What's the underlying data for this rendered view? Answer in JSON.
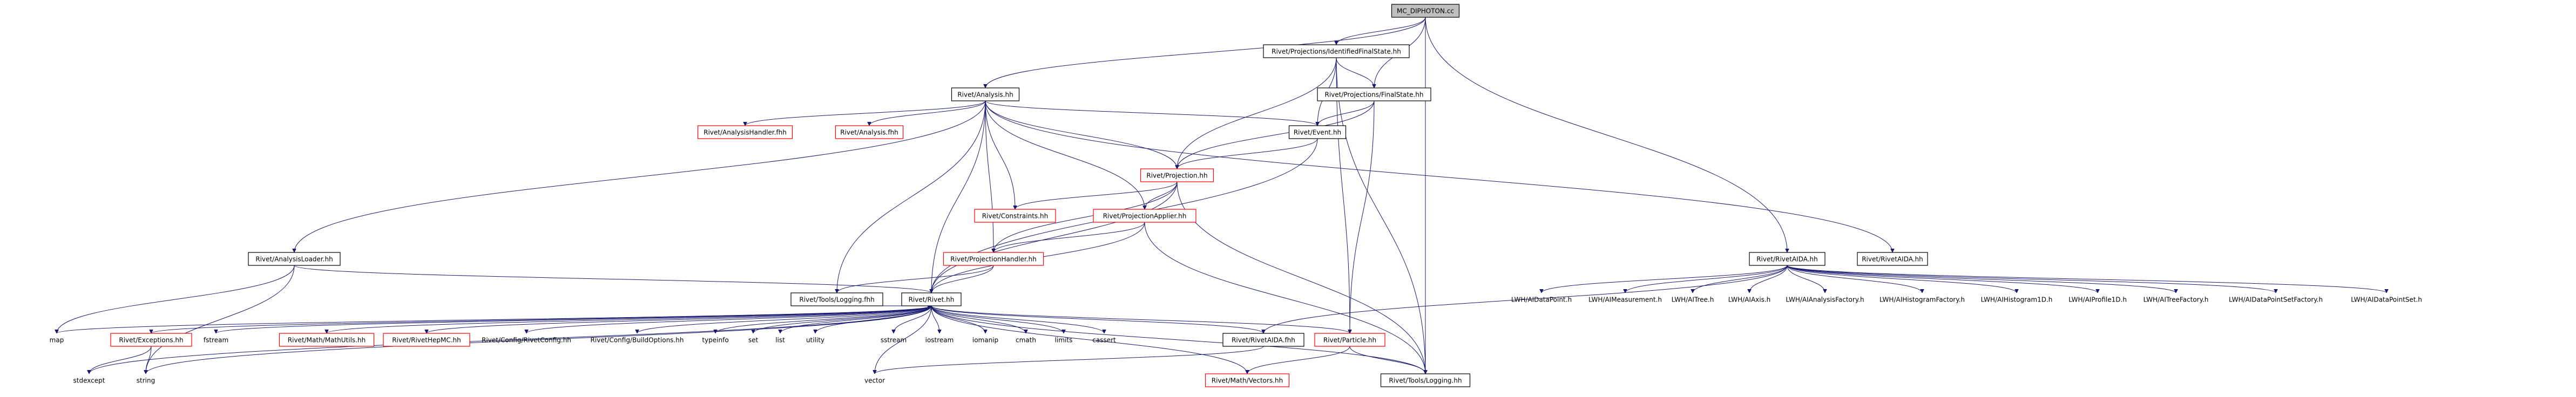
{
  "nodes": [
    {
      "id": "mc",
      "label": "MC_DIPHOTON.cc",
      "style": "root"
    },
    {
      "id": "idfs",
      "label": "Rivet/Projections/IdentifiedFinalState.hh",
      "style": "black"
    },
    {
      "id": "analysis",
      "label": "Rivet/Analysis.hh",
      "style": "black"
    },
    {
      "id": "finalstate",
      "label": "Rivet/Projections/FinalState.hh",
      "style": "black"
    },
    {
      "id": "ahandler",
      "label": "Rivet/AnalysisHandler.fhh",
      "style": "red"
    },
    {
      "id": "afhh",
      "label": "Rivet/Analysis.fhh",
      "style": "red"
    },
    {
      "id": "eventhh",
      "label": "Rivet/Event.hh",
      "style": "black"
    },
    {
      "id": "projhh",
      "label": "Rivet/Projection.hh",
      "style": "red"
    },
    {
      "id": "constraints",
      "label": "Rivet/Constraints.hh",
      "style": "red"
    },
    {
      "id": "projapplier",
      "label": "Rivet/ProjectionApplier.hh",
      "style": "red"
    },
    {
      "id": "projhandler",
      "label": "Rivet/ProjectionHandler.hh",
      "style": "red"
    },
    {
      "id": "aloader",
      "label": "Rivet/AnalysisLoader.hh",
      "style": "black"
    },
    {
      "id": "toolslogfhh",
      "label": "Rivet/Tools/Logging.fhh",
      "style": "black"
    },
    {
      "id": "rivethh",
      "label": "Rivet/Rivet.hh",
      "style": "black"
    },
    {
      "id": "rivetaida",
      "label": "Rivet/RivetAIDA.hh",
      "style": "black"
    },
    {
      "id": "map",
      "label": "map",
      "style": "none"
    },
    {
      "id": "exceptions",
      "label": "Rivet/Exceptions.hh",
      "style": "red"
    },
    {
      "id": "fstream",
      "label": "fstream",
      "style": "none"
    },
    {
      "id": "mathutils",
      "label": "Rivet/Math/MathUtils.hh",
      "style": "red"
    },
    {
      "id": "rivethepmc",
      "label": "Rivet/RivetHepMC.hh",
      "style": "red"
    },
    {
      "id": "rivetconfig",
      "label": "Rivet/Config/RivetConfig.hh",
      "style": "none"
    },
    {
      "id": "buildopts",
      "label": "Rivet/Config/BuildOptions.hh",
      "style": "none"
    },
    {
      "id": "typeinfo",
      "label": "typeinfo",
      "style": "none"
    },
    {
      "id": "set",
      "label": "set",
      "style": "none"
    },
    {
      "id": "list",
      "label": "list",
      "style": "none"
    },
    {
      "id": "utility",
      "label": "utility",
      "style": "none"
    },
    {
      "id": "sstream",
      "label": "sstream",
      "style": "none"
    },
    {
      "id": "iostream",
      "label": "iostream",
      "style": "none"
    },
    {
      "id": "iomanip",
      "label": "iomanip",
      "style": "none"
    },
    {
      "id": "cmath",
      "label": "cmath",
      "style": "none"
    },
    {
      "id": "limits",
      "label": "limits",
      "style": "none"
    },
    {
      "id": "cassert",
      "label": "cassert",
      "style": "none"
    },
    {
      "id": "rivetaidahh2",
      "label": "Rivet/RivetAIDA.fhh",
      "style": "black"
    },
    {
      "id": "particle",
      "label": "Rivet/Particle.hh",
      "style": "red"
    },
    {
      "id": "stdexcept",
      "label": "stdexcept",
      "style": "none"
    },
    {
      "id": "string",
      "label": "string",
      "style": "none"
    },
    {
      "id": "vector",
      "label": "vector",
      "style": "none"
    },
    {
      "id": "mathvectors",
      "label": "Rivet/Math/Vectors.hh",
      "style": "red"
    },
    {
      "id": "toolslog",
      "label": "Rivet/Tools/Logging.hh",
      "style": "black"
    },
    {
      "id": "riv_aida",
      "label": "Rivet/RivetAIDA.hh",
      "style": "black"
    },
    {
      "id": "lwh_dp",
      "label": "LWH/AIDataPoint.h",
      "style": "none"
    },
    {
      "id": "lwh_meas",
      "label": "LWH/AIMeasurement.h",
      "style": "none"
    },
    {
      "id": "lwh_tree",
      "label": "LWH/AITree.h",
      "style": "none"
    },
    {
      "id": "lwh_axis",
      "label": "LWH/AIAxis.h",
      "style": "none"
    },
    {
      "id": "lwh_af",
      "label": "LWH/AIAnalysisFactory.h",
      "style": "none"
    },
    {
      "id": "lwh_hf",
      "label": "LWH/AIHistogramFactory.h",
      "style": "none"
    },
    {
      "id": "lwh_h1d",
      "label": "LWH/AIHistogram1D.h",
      "style": "none"
    },
    {
      "id": "lwh_p1d",
      "label": "LWH/AIProfile1D.h",
      "style": "none"
    },
    {
      "id": "lwh_tf",
      "label": "LWH/AITreeFactory.h",
      "style": "none"
    },
    {
      "id": "lwh_dpsf",
      "label": "LWH/AIDataPointSetFactory.h",
      "style": "none"
    },
    {
      "id": "lwh_dps",
      "label": "LWH/AIDataPointSet.h",
      "style": "none"
    }
  ],
  "edges": [
    [
      "mc",
      "idfs"
    ],
    [
      "mc",
      "analysis"
    ],
    [
      "mc",
      "finalstate"
    ],
    [
      "mc",
      "riv_aida"
    ],
    [
      "mc",
      "toolslog"
    ],
    [
      "idfs",
      "finalstate"
    ],
    [
      "idfs",
      "eventhh"
    ],
    [
      "idfs",
      "projhh"
    ],
    [
      "idfs",
      "particle"
    ],
    [
      "idfs",
      "toolslog"
    ],
    [
      "analysis",
      "ahandler"
    ],
    [
      "analysis",
      "afhh"
    ],
    [
      "analysis",
      "eventhh"
    ],
    [
      "analysis",
      "projhh"
    ],
    [
      "analysis",
      "constraints"
    ],
    [
      "analysis",
      "projapplier"
    ],
    [
      "analysis",
      "projhandler"
    ],
    [
      "analysis",
      "aloader"
    ],
    [
      "analysis",
      "toolslogfhh"
    ],
    [
      "analysis",
      "rivethh"
    ],
    [
      "analysis",
      "rivetaida"
    ],
    [
      "finalstate",
      "eventhh"
    ],
    [
      "finalstate",
      "projhh"
    ],
    [
      "finalstate",
      "particle"
    ],
    [
      "eventhh",
      "projhh"
    ],
    [
      "eventhh",
      "rivethh"
    ],
    [
      "projhh",
      "constraints"
    ],
    [
      "projhh",
      "projapplier"
    ],
    [
      "projhh",
      "projhandler"
    ],
    [
      "projhh",
      "rivethh"
    ],
    [
      "projhh",
      "toolslog"
    ],
    [
      "projapplier",
      "projhandler"
    ],
    [
      "projapplier",
      "rivethh"
    ],
    [
      "projapplier",
      "toolslog"
    ],
    [
      "projhandler",
      "rivethh"
    ],
    [
      "projhandler",
      "toolslogfhh"
    ],
    [
      "aloader",
      "rivethh"
    ],
    [
      "aloader",
      "map"
    ],
    [
      "aloader",
      "string"
    ],
    [
      "toolslogfhh",
      "rivethh"
    ],
    [
      "rivethh",
      "map"
    ],
    [
      "rivethh",
      "exceptions"
    ],
    [
      "rivethh",
      "fstream"
    ],
    [
      "rivethh",
      "mathutils"
    ],
    [
      "rivethh",
      "rivethepmc"
    ],
    [
      "rivethh",
      "rivetconfig"
    ],
    [
      "rivethh",
      "buildopts"
    ],
    [
      "rivethh",
      "typeinfo"
    ],
    [
      "rivethh",
      "set"
    ],
    [
      "rivethh",
      "list"
    ],
    [
      "rivethh",
      "utility"
    ],
    [
      "rivethh",
      "sstream"
    ],
    [
      "rivethh",
      "iostream"
    ],
    [
      "rivethh",
      "iomanip"
    ],
    [
      "rivethh",
      "cmath"
    ],
    [
      "rivethh",
      "limits"
    ],
    [
      "rivethh",
      "cassert"
    ],
    [
      "rivethh",
      "rivetaidahh2"
    ],
    [
      "rivethh",
      "particle"
    ],
    [
      "rivethh",
      "stdexcept"
    ],
    [
      "rivethh",
      "string"
    ],
    [
      "rivethh",
      "vector"
    ],
    [
      "rivethh",
      "mathvectors"
    ],
    [
      "rivethh",
      "toolslog"
    ],
    [
      "exceptions",
      "stdexcept"
    ],
    [
      "exceptions",
      "string"
    ],
    [
      "particle",
      "mathvectors"
    ],
    [
      "particle",
      "toolslog"
    ],
    [
      "rivetaidahh2",
      "vector"
    ],
    [
      "riv_aida",
      "rivetaidahh2"
    ],
    [
      "riv_aida",
      "lwh_dp"
    ],
    [
      "riv_aida",
      "lwh_meas"
    ],
    [
      "riv_aida",
      "lwh_tree"
    ],
    [
      "riv_aida",
      "lwh_axis"
    ],
    [
      "riv_aida",
      "lwh_af"
    ],
    [
      "riv_aida",
      "lwh_hf"
    ],
    [
      "riv_aida",
      "lwh_h1d"
    ],
    [
      "riv_aida",
      "lwh_p1d"
    ],
    [
      "riv_aida",
      "lwh_tf"
    ],
    [
      "riv_aida",
      "lwh_dpsf"
    ],
    [
      "riv_aida",
      "lwh_dps"
    ]
  ]
}
